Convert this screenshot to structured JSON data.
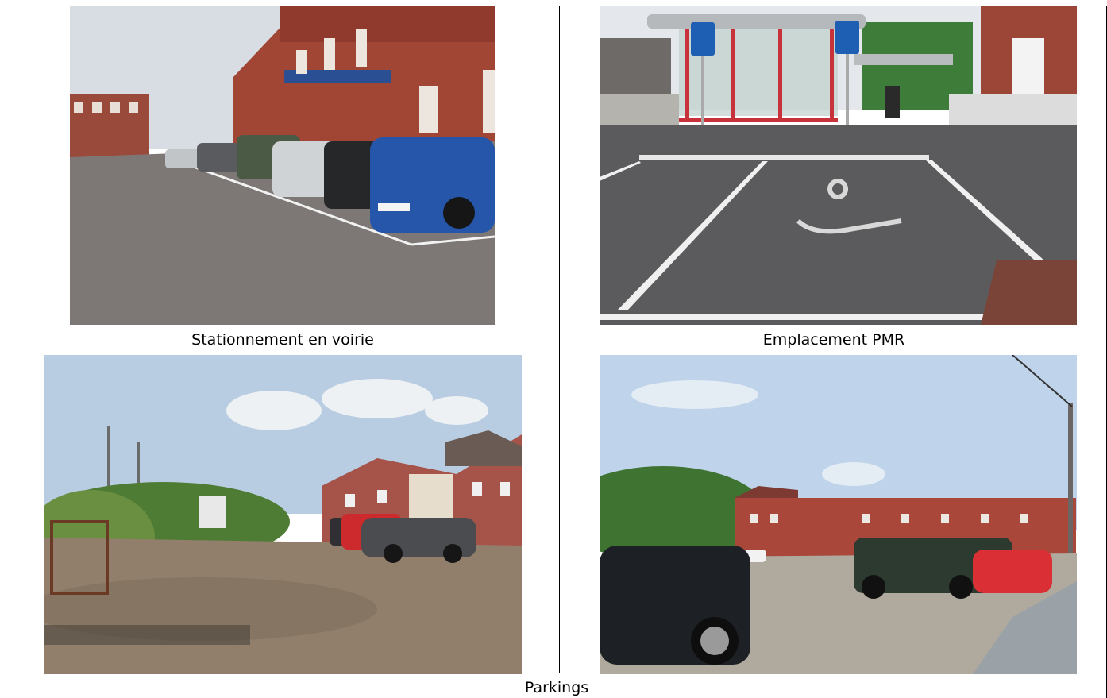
{
  "table": {
    "captions": {
      "on_street": "Stationnement en voirie",
      "pmr_spot": "Emplacement PMR",
      "parkings": "Parkings"
    }
  },
  "colors": {
    "border": "#000000",
    "sky": "#d6e2ef",
    "brick": "#a04638",
    "pavement": "#7f7a76",
    "asphalt": "#5a5a5c",
    "gravel": "#938674",
    "blue_car": "#2555a8",
    "red_shelter": "#c8323a",
    "sign_blue": "#1e5fb4",
    "tree_green": "#4b7a32"
  }
}
